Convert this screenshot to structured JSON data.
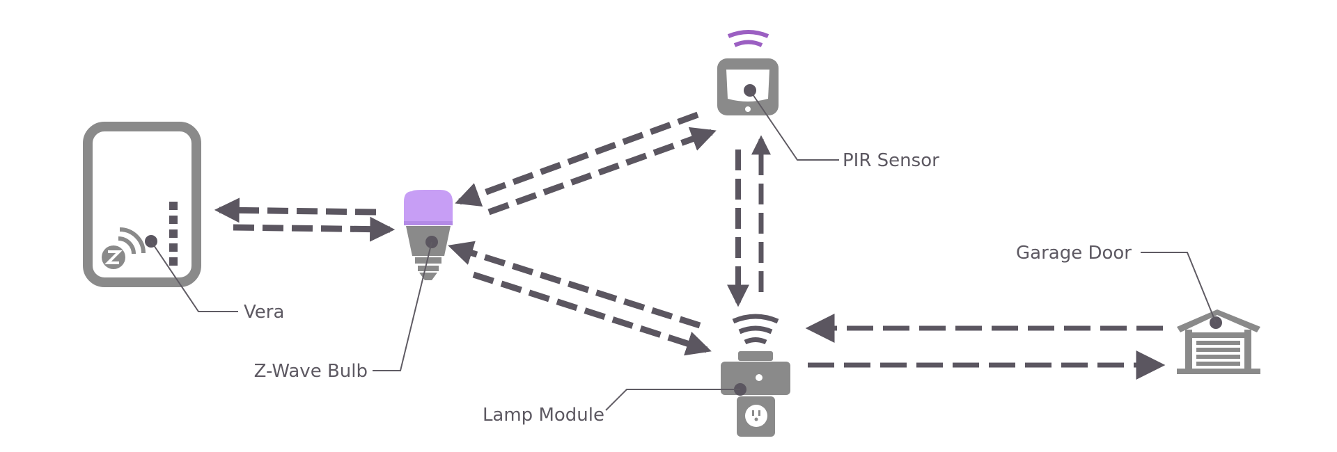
{
  "labels": {
    "vera": "Vera",
    "bulb": "Z-Wave Bulb",
    "pir": "PIR Sensor",
    "garage": "Garage Door",
    "lamp": "Lamp Module"
  },
  "icons": {
    "vera": "zwave-hub-icon",
    "bulb": "light-bulb-icon",
    "pir": "motion-sensor-icon",
    "garage": "garage-icon",
    "lamp": "plug-in-module-icon",
    "signal": "wireless-signal-icon"
  },
  "colors": {
    "device": "#8a8a8a",
    "arrow": "#5b5660",
    "bulb_glow": "#c79ef5",
    "signal_accent": "#9b5fc2"
  }
}
